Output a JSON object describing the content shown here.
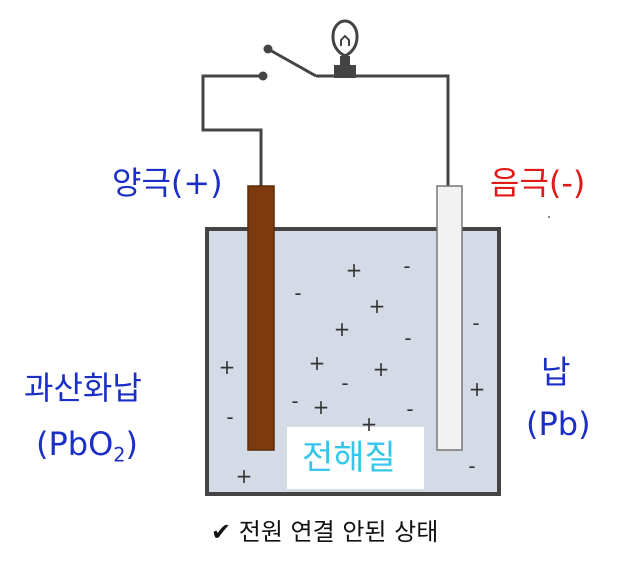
{
  "labels": {
    "anode": "양극(+)",
    "cathode": "음극(-)",
    "anode_material_name": "과산화납",
    "anode_material_formula_main": "(PbO",
    "anode_material_formula_sub": "2",
    "anode_material_formula_end": ")",
    "cathode_material_name": "납",
    "cathode_material_formula": "(Pb)",
    "electrolyte": "전해질",
    "caption_check": "✔",
    "caption": "전원 연결 안된 상태"
  },
  "ions": {
    "plus": "+",
    "minus": "-"
  },
  "colors": {
    "anode_label": "#1b2fc4",
    "cathode_label": "#e01919",
    "electrolyte_text": "#34c7ec",
    "electrolyte_fill": "#d5dbe6",
    "anode_plate": "#7d3a0e",
    "cathode_plate": "#f2f2f2"
  },
  "icons": [
    "lightbulb-icon",
    "switch-icon",
    "check-icon"
  ]
}
